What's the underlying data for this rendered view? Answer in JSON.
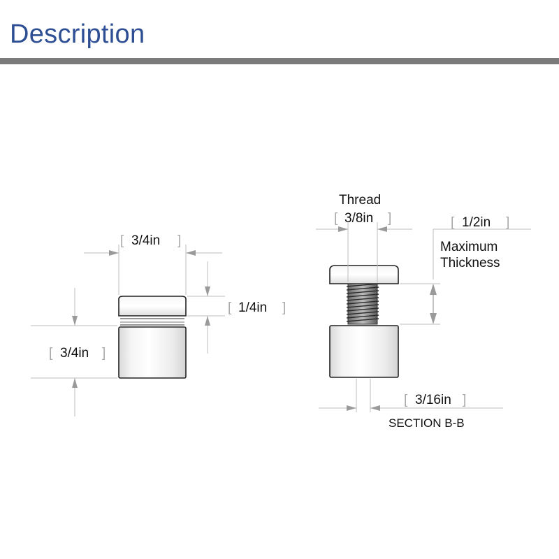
{
  "header": {
    "title": "Description"
  },
  "left_view": {
    "width_label": "3/4in",
    "cap_height_label": "1/4in",
    "body_height_label": "3/4in"
  },
  "right_view": {
    "thread_title": "Thread",
    "thread_label": "3/8in",
    "max_thickness_value": "1/2in",
    "max_thickness_line1": "Maximum",
    "max_thickness_line2": "Thickness",
    "wall_label": "3/16in",
    "section_label": "SECTION B-B"
  },
  "colors": {
    "title": "#2e4f93",
    "rule": "#7b7b7b",
    "dim_line": "#bdbdbd",
    "arrow": "#9a9a9a",
    "bracket": "#a8a8a8"
  }
}
